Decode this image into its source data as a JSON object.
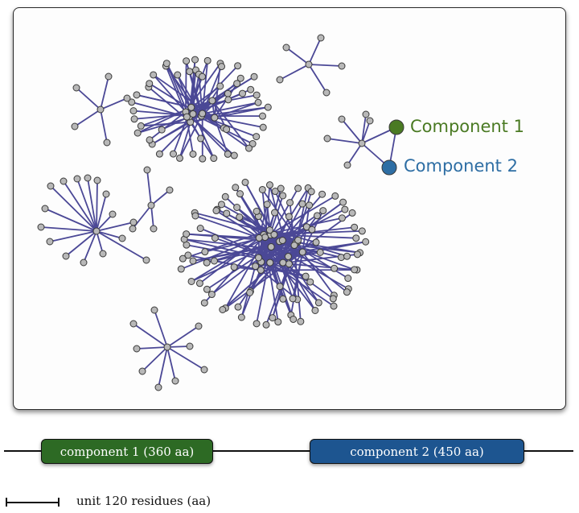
{
  "legend": {
    "component1": {
      "label": "Component 1",
      "color": "#4a7a23"
    },
    "component2": {
      "label": "Component 2",
      "color": "#2e6ea4"
    }
  },
  "domains": [
    {
      "label": "component 1 (360 aa)",
      "color": "#2d6a24"
    },
    {
      "label": "component 2 (450 aa)",
      "color": "#1d5590"
    }
  ],
  "scale": {
    "label": "unit 120 residues (aa)"
  },
  "network_style": {
    "edge_color": "#4b4896",
    "node_fill": "#b8b8b8",
    "node_stroke": "#3a3a3a"
  }
}
